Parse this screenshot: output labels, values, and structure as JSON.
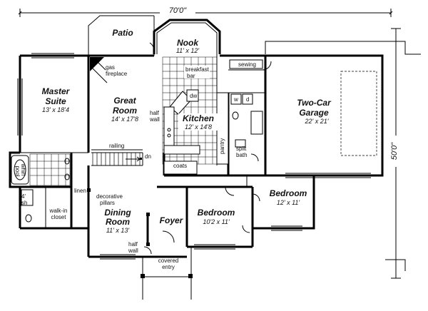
{
  "overall": {
    "width": "70'0\"",
    "depth": "50'0\""
  },
  "rooms": {
    "patio": {
      "name": "Patio"
    },
    "nook": {
      "name": "Nook",
      "size": "11' x 12'"
    },
    "master": {
      "name1": "Master",
      "name2": "Suite",
      "size": "13' x 18'4"
    },
    "great": {
      "name1": "Great",
      "name2": "Room",
      "size": "14' x 17'8"
    },
    "kitchen": {
      "name": "Kitchen",
      "size": "12' x 14'8"
    },
    "garage": {
      "name1": "Two-Car",
      "name2": "Garage",
      "size": "22' x 21'"
    },
    "bed1": {
      "name": "Bedroom",
      "size": "12' x 11'"
    },
    "bed2": {
      "name": "Bedroom",
      "size": "10'2 x 11'"
    },
    "dining": {
      "name1": "Dining",
      "name2": "Room",
      "size": "11' x 13'"
    },
    "foyer": {
      "name": "Foyer"
    }
  },
  "notes": {
    "gas_fireplace": [
      "gas",
      "fireplace"
    ],
    "breakfast_bar": [
      "breakfast",
      "bar"
    ],
    "half_wall_great": [
      "half",
      "wall"
    ],
    "sewing": "sewing",
    "railing": "railing",
    "dn": "dn",
    "pantry": "pantry",
    "split_bath": [
      "split",
      "bath"
    ],
    "coats": "coats",
    "dw": "dw",
    "w": "w",
    "d": "d",
    "linen": "linen",
    "decorative_pillars": [
      "decorative",
      "pillars"
    ],
    "walk_in_closet": [
      "walk-in",
      "closet"
    ],
    "half_wall_dining": [
      "half",
      "wall"
    ],
    "covered_entry": [
      "covered",
      "entry"
    ],
    "whirlpool": [
      "whirl",
      "pool"
    ],
    "shower": [
      "4'",
      "sh"
    ]
  }
}
